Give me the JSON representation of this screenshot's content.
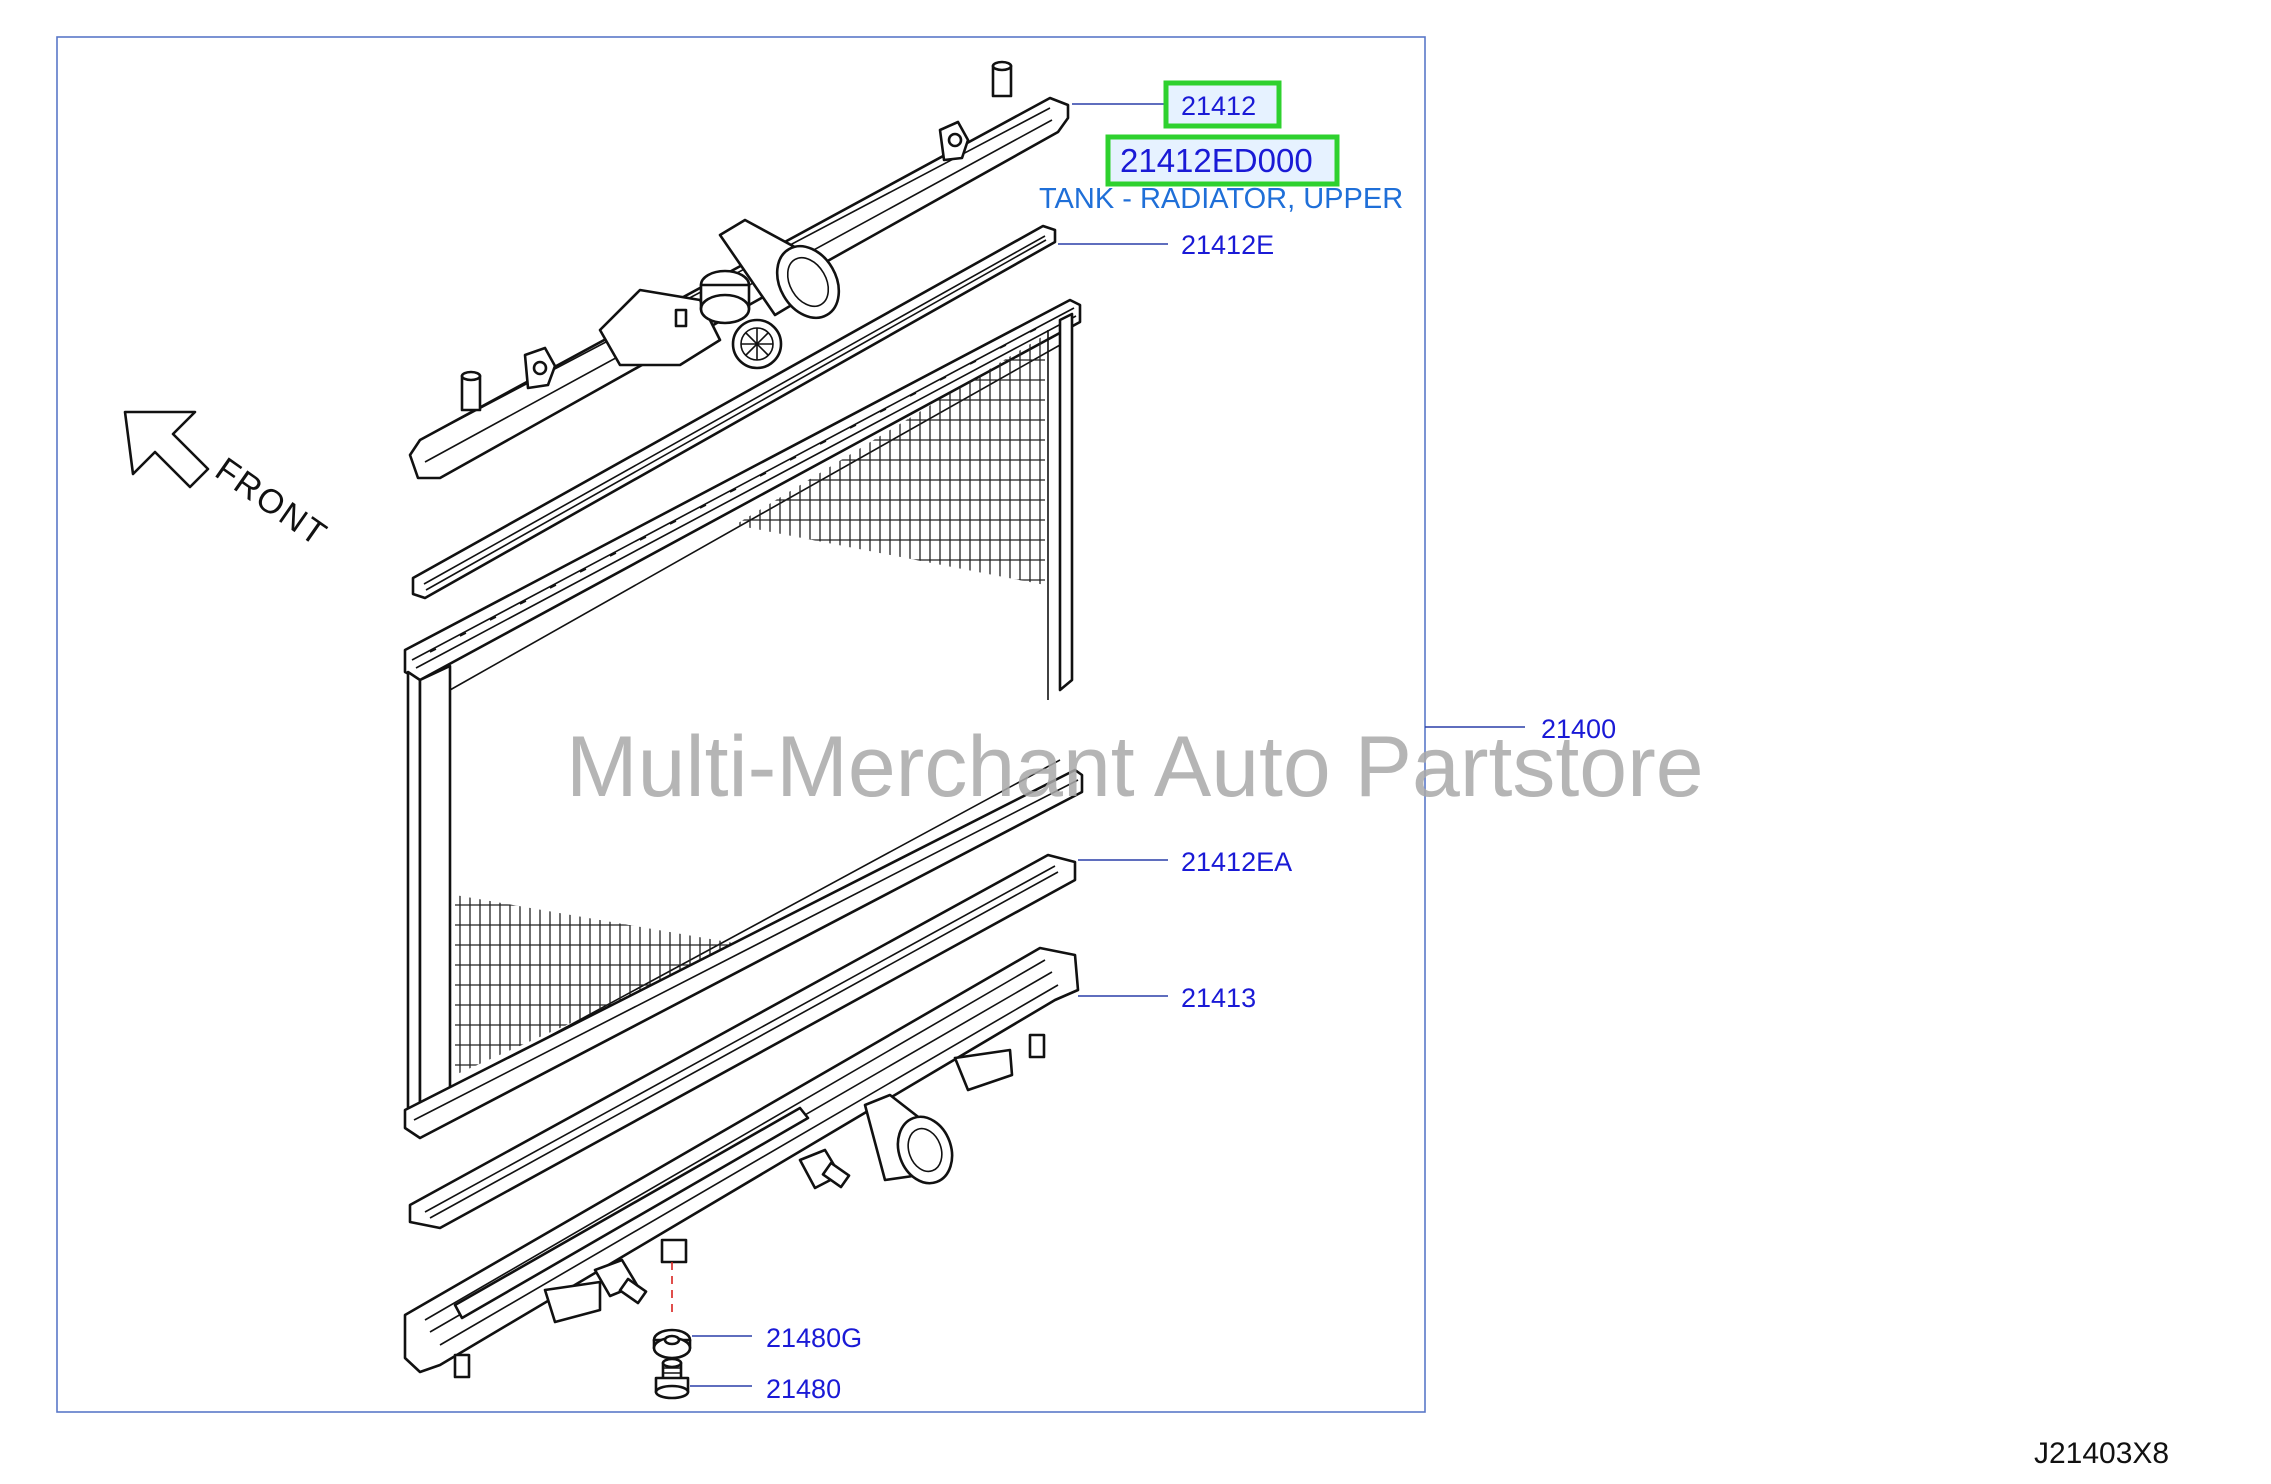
{
  "diagram": {
    "parts": [
      {
        "number": "21412",
        "highlighted": true
      },
      {
        "number": "21412ED000",
        "highlighted": true,
        "description": "TANK - RADIATOR, UPPER"
      },
      {
        "number": "21412E"
      },
      {
        "number": "21400"
      },
      {
        "number": "21412EA"
      },
      {
        "number": "21413"
      },
      {
        "number": "21480G"
      },
      {
        "number": "21480"
      }
    ],
    "front_label": "FRONT",
    "watermark": "Multi-Merchant Auto Partstore",
    "figure_code": "J21403X8",
    "colors": {
      "label": "#1a1ad6",
      "description": "#1f6fd8",
      "highlight_border": "#2ed12e",
      "highlight_fill": "#e6f2ff",
      "frame": "#5a78c8"
    }
  }
}
